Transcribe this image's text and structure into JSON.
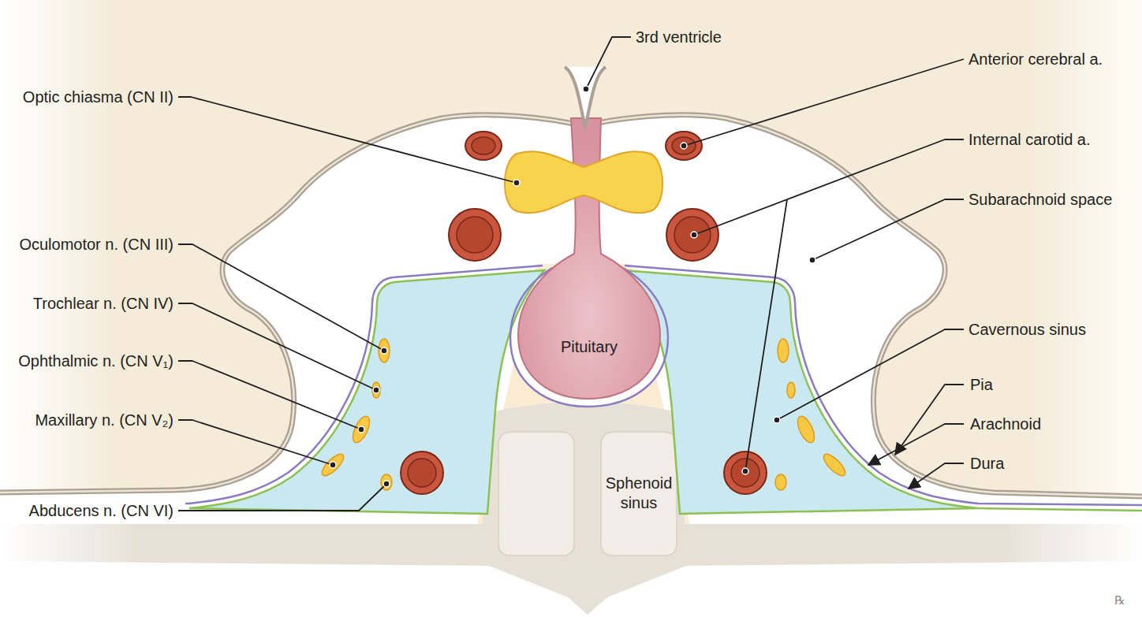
{
  "diagram": {
    "labels": [
      "3rd ventricle",
      "Anterior cerebral a.",
      "Optic chiasma (CN II)",
      "Internal carotid a.",
      "Subarachnoid space",
      "Oculomotor n. (CN III)",
      "Trochlear n. (CN IV)",
      "Cavernous sinus",
      "Pituitary",
      "Ophthalmic n. (CN V₁)",
      "Pia",
      "Maxillary n. (CN V₂)",
      "Arachnoid",
      "Dura",
      "Abducens n. (CN VI)",
      "Sphenoid sinus",
      "℞"
    ]
  }
}
